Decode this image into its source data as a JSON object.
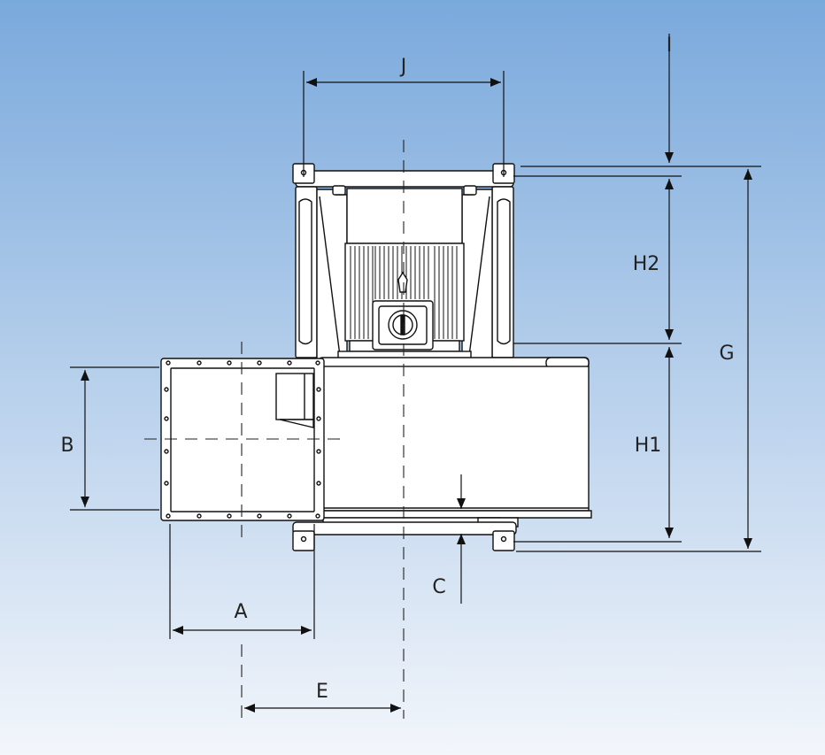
{
  "diagram": {
    "colors": {
      "background_top": "#7aa9dc",
      "background_bottom": "#f3f6fb",
      "line": "#111111",
      "fill": "#ffffff"
    },
    "labels": {
      "a": "A",
      "b": "B",
      "c": "C",
      "e": "E",
      "g": "G",
      "h1": "H1",
      "h2": "H2",
      "i": "I",
      "j": "J"
    }
  }
}
